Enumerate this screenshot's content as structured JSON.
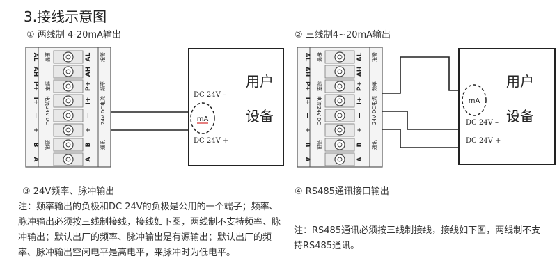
{
  "section_title": "3.接线示意图",
  "captions": {
    "c1": "① 两线制 4-20mA输出",
    "c2": "② 三线制4~20mA输出",
    "c3": "③ 24V频率、脉冲输出",
    "c4": "④ RS485通讯接口输出"
  },
  "diagram1": {
    "outer_labels": [
      "AL",
      "AH",
      "P+",
      "I+",
      "—",
      "+",
      "B",
      "A"
    ],
    "outer_sub": [
      "报警",
      "",
      "频率",
      "电流",
      "24V DC",
      "",
      "通讯",
      ""
    ],
    "inner_labels": [
      "AL",
      "AH",
      "P+",
      "I+",
      "—",
      "+",
      "B",
      "A"
    ],
    "inner_sub": [
      "报警",
      "",
      "频率",
      "电流",
      "24V DC",
      "",
      "通讯",
      ""
    ],
    "device_name": "用户设备",
    "device_line1": "用户",
    "device_line2": "设备",
    "dc_minus": "DC 24V –",
    "dc_plus": "DC 24V +",
    "meter": "mA"
  },
  "diagram2": {
    "device_line1": "用户",
    "device_line2": "设备",
    "dc_minus": "DC 24V –",
    "dc_plus": "DC 24V +",
    "meter": "mA"
  },
  "note_left": "注：频率输出的负极和DC 24V的负极是公用的一个端子；频率、脉冲输出必须按三线制接线，接线如下图，两线制不支持频率、脉冲输出；默认出厂的频率、脉冲输出是有源输出；默认出厂的频率、脉冲输出空闲电平是高电平，来脉冲时为低电平。",
  "note_right": "注：RS485通讯必须按三线制接线，接线如下图，两线制不支持RS485通讯。"
}
